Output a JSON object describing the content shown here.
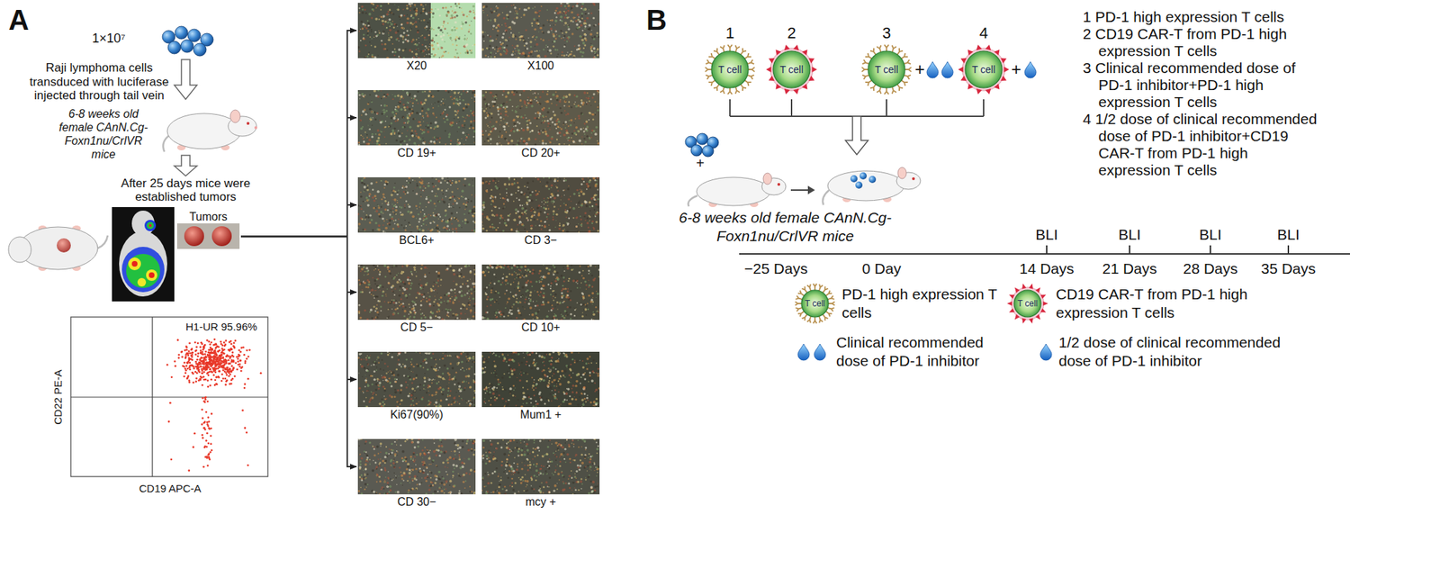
{
  "diagram": {
    "nodes": [
      {
        "text": [
          "Tumors"
        ]
      },
      {
        "text": [
          "X20"
        ]
      },
      {
        "text": [
          "X100"
        ]
      },
      {
        "text": [
          "CD 19+"
        ]
      },
      {
        "text": [
          "CD 20+"
        ]
      },
      {
        "text": [
          "BCL6+"
        ]
      },
      {
        "text": [
          "CD 3−"
        ]
      },
      {
        "text": [
          "CD 5−"
        ]
      },
      {
        "text": [
          "CD 10+"
        ]
      },
      {
        "text": [
          "Ki67(90%)"
        ]
      },
      {
        "text": [
          "Mum1 +"
        ]
      },
      {
        "text": [
          "CD 30−"
        ]
      },
      {
        "text": [
          "mcy +"
        ]
      },
      {
        "text": [
          "1",
          "T cell"
        ]
      },
      {
        "text": [
          "2",
          "T cell"
        ]
      },
      {
        "text": [
          "3",
          "T cell"
        ]
      },
      {
        "text": [
          "4",
          "T cell"
        ]
      }
    ],
    "edges": [
      {
        "from": 0,
        "to": 1,
        "arrow": "to"
      },
      {
        "from": 0,
        "to": 3,
        "arrow": "to"
      },
      {
        "from": 0,
        "to": 5,
        "arrow": "to"
      },
      {
        "from": 0,
        "to": 7,
        "arrow": "to"
      },
      {
        "from": 0,
        "to": 9,
        "arrow": "to"
      },
      {
        "from": 0,
        "to": 11,
        "arrow": "to"
      }
    ],
    "labels": [
      "A",
      "1×10⁷",
      "Raji lymphoma cells transduced with luciferase injected through tail vein",
      "6-8 weeks old female CAnN.Cg-Foxn1nu/CrlVR mice",
      "After 25 days mice were established tumors",
      "H1-UR 95.96%",
      "CD22 PE-A",
      "CD19 APC-A",
      "B",
      "+",
      "+",
      "1 PD-1 high expression T cells",
      "2 CD19 CAR-T from PD-1 high expression T cells",
      "3 Clinical recommended dose of PD-1 inhibitor+PD-1 high expression T cells",
      "4 1/2 dose of clinical recommended dose of PD-1 inhibitor+CD19 CAR-T from PD-1 high expression T cells",
      "+",
      "6-8 weeks old female CAnN.Cg-Foxn1nu/CrlVR mice",
      "BLI",
      "BLI",
      "BLI",
      "BLI",
      "−25 Days",
      "0 Day",
      "14 Days",
      "21 Days",
      "28 Days",
      "35 Days",
      "T cell",
      "T cell"
    ],
    "legend": [
      {
        "text": "PD-1 high expression T cells"
      },
      {
        "text": "CD19 CAR-T from PD-1 high expression T cells"
      },
      {
        "text": "Clinical recommended dose of PD-1 inhibitor"
      },
      {
        "text": "1/2 dose of clinical recommended dose of PD-1 inhibitor"
      }
    ]
  }
}
